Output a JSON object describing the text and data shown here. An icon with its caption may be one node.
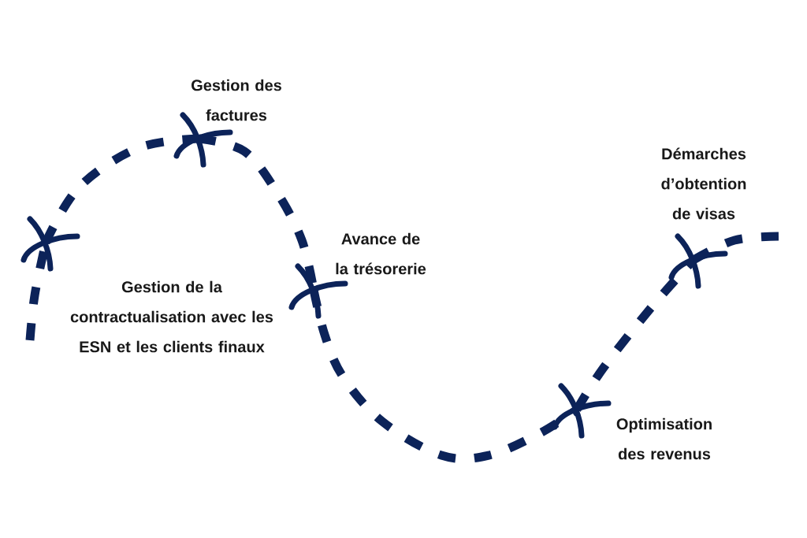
{
  "diagram": {
    "nodes": [
      {
        "text": [
          "Gestion de la contractualisation avec les ESN et les clients finaux"
        ]
      },
      {
        "text": [
          "Gestion des factures"
        ]
      },
      {
        "text": [
          "Avance de la trésorerie"
        ]
      },
      {
        "text": [
          "Optimisation des revenus"
        ]
      },
      {
        "text": [
          "Démarches d’obtention de visas"
        ]
      }
    ],
    "edges": [
      {
        "from": null,
        "to": 0,
        "arrow": "none",
        "style": "dashed"
      },
      {
        "from": 0,
        "to": 1,
        "arrow": "none",
        "style": "dashed"
      },
      {
        "from": 1,
        "to": 2,
        "arrow": "none",
        "style": "dashed"
      },
      {
        "from": 2,
        "to": 3,
        "arrow": "none",
        "style": "dashed"
      },
      {
        "from": 3,
        "to": 4,
        "arrow": "none",
        "style": "dashed"
      },
      {
        "from": 4,
        "to": null,
        "arrow": "none",
        "style": "dashed"
      }
    ]
  }
}
